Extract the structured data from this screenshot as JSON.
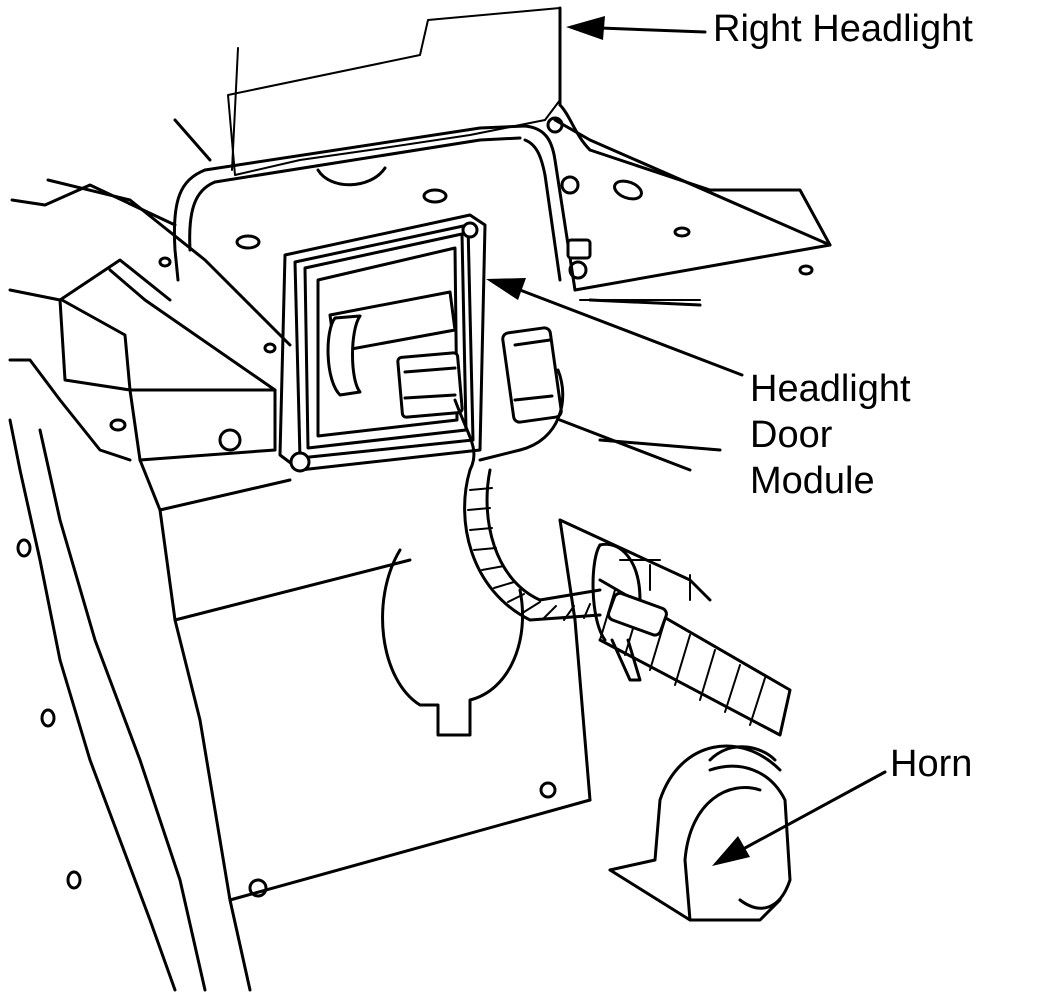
{
  "labels": {
    "right_headlight": "Right Headlight",
    "module_line1": "Headlight",
    "module_line2": "Door",
    "module_line3": "Module",
    "horn": "Horn"
  },
  "colors": {
    "ink": "#000000",
    "paper": "#ffffff"
  }
}
